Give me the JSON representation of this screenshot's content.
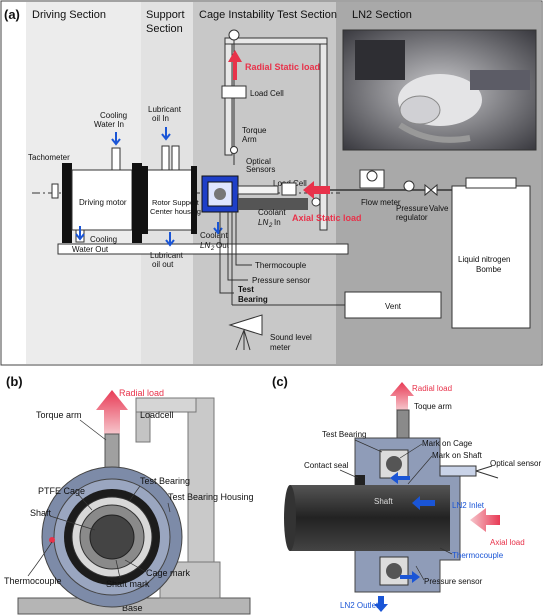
{
  "panel_a": {
    "tag": "(a)",
    "sections": {
      "driving": "Driving Section",
      "support": "Support Section",
      "cage": "Cage Instability Test Section",
      "ln2": "LN2 Section"
    },
    "labels": {
      "radial_static_load": "Radial Static load",
      "load_cell_top": "Load Cell",
      "torque_arm": "Torque Arm",
      "optical_sensors": "Optical Sensors",
      "load_cell_mid": "Load Cell",
      "axial_static_load": "Axial Static load",
      "flow_meter": "Flow meter",
      "pressure_regulator": "Pressure regulator",
      "valve": "Valve",
      "ln2_bombe": "Liquid nitrogen Bombe",
      "tachometer": "Tachometer",
      "cooling_in": "Cooling Water In",
      "cooling_out": "Cooling Water Out",
      "lubricant_in": "Lubricant oil In",
      "lubricant_out": "Lubricant oil out",
      "driving_motor": "Driving motor",
      "rotor_support": "Rotor Support Center housing",
      "coolant_in": "Coolant LN2 In",
      "coolant_out": "Coolant LN2 Out",
      "thermocouple": "Thermocouple",
      "pressure_sensor": "Pressure sensor",
      "test_bearing": "Test Bearing",
      "vent": "Vent",
      "sound_meter": "Sound level meter"
    }
  },
  "panel_b": {
    "tag": "(b)",
    "labels": {
      "radial_load": "Radial load",
      "torque_arm": "Torque arm",
      "loadcell": "Loadcell",
      "ptfe_cage": "PTFE Cage",
      "test_bearing": "Test Bearing",
      "shaft": "Shaft",
      "housing": "Test Bearing Housing",
      "thermocouple": "Thermocouple",
      "cage_mark": "Cage mark",
      "shaft_mark": "Shaft mark",
      "base": "Base"
    }
  },
  "panel_c": {
    "tag": "(c)",
    "labels": {
      "radial_load": "Radial load",
      "toque_arm": "Toque arm",
      "test_bearing": "Test Bearing",
      "mark_cage": "Mark on Cage",
      "mark_shaft": "Mark on Shaft",
      "contact_seal": "Contact seal",
      "optical_sensor": "Optical sensor",
      "shaft": "Shaft",
      "ln2_inlet": "LN2 Inlet",
      "axial_load": "Axial load",
      "thermocouple": "Thermocouple",
      "pressure_sensor": "Pressure sensor",
      "ln2_outlet": "LN2 Outlet"
    }
  }
}
